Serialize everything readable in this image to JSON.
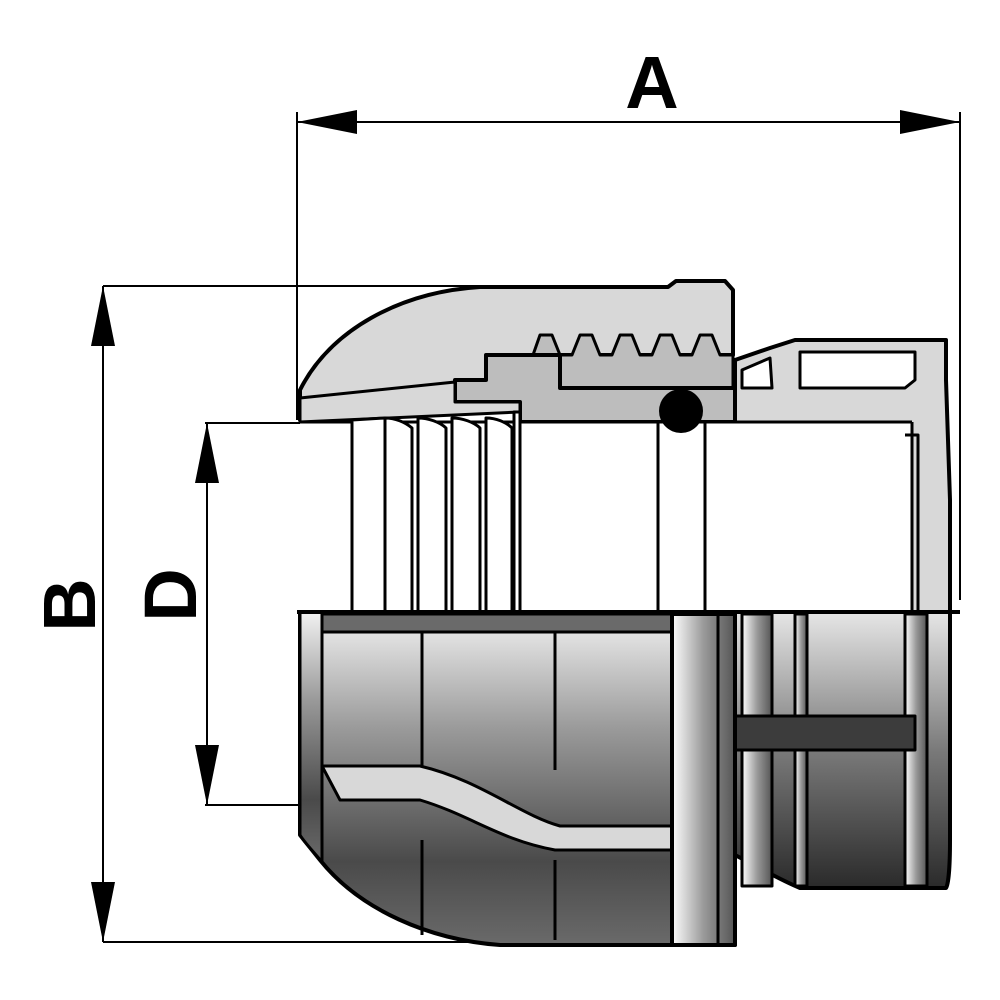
{
  "diagram": {
    "dimensions": {
      "a_label": "A",
      "b_label": "B",
      "d_label": "D"
    },
    "colors": {
      "outline": "#000000",
      "light_fill": "#d8d8d8",
      "mid_fill": "#bdbdbd",
      "dark_fill": "#3c3c3c",
      "background": "#ffffff"
    }
  }
}
